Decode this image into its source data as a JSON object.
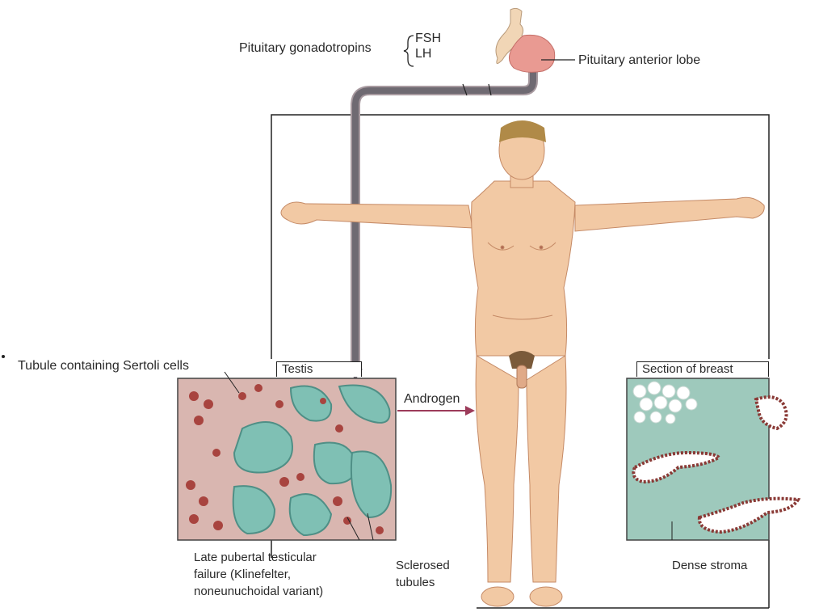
{
  "hormones": {
    "label": "Pituitary gonadotropins",
    "fsh": "FSH",
    "lh": "LH"
  },
  "pituitary": {
    "label": "Pituitary anterior lobe"
  },
  "testis": {
    "title": "Testis",
    "sertoli_label": "Tubule containing Sertoli cells",
    "caption_line1": "Late pubertal testicular",
    "caption_line2": "failure (Klinefelter,",
    "caption_line3": "noneunuchoidal variant)",
    "sclerosed_line1": "Sclerosed",
    "sclerosed_line2": "tubules"
  },
  "androgen": {
    "label": "Androgen"
  },
  "breast": {
    "title": "Section of breast",
    "stroma_label": "Dense stroma"
  },
  "colors": {
    "pathway": "#6f6a72",
    "pathway_edge": "#a89aa0",
    "skin": "#f2c9a4",
    "skin_shade": "#d99a72",
    "pituitary_anterior": "#e99a92",
    "pituitary_posterior": "#f1d6b6",
    "tubule_teal": "#7fc0b4",
    "cell_red": "#a8443f",
    "androgen_arrow": "#9c3b5a"
  }
}
